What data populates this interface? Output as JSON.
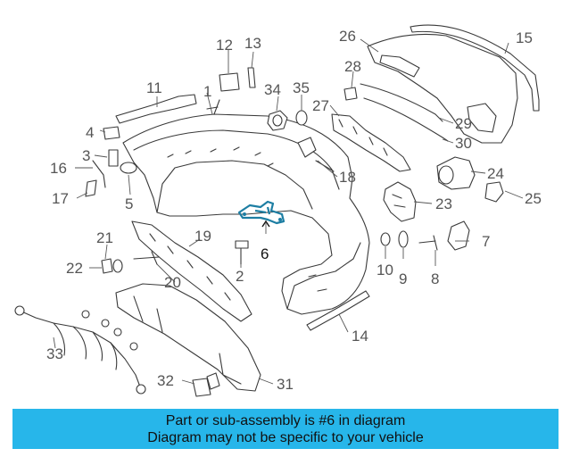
{
  "callouts": [
    "1",
    "2",
    "3",
    "4",
    "5",
    "6",
    "7",
    "8",
    "9",
    "10",
    "11",
    "12",
    "13",
    "14",
    "15",
    "16",
    "17",
    "18",
    "19",
    "20",
    "21",
    "22",
    "23",
    "24",
    "25",
    "26",
    "27",
    "28",
    "29",
    "30",
    "31",
    "32",
    "33",
    "34",
    "35"
  ],
  "highlighted_part": "6",
  "colors": {
    "banner": "#27b6ea",
    "highlight": "#1d7ea3",
    "line": "#3a3a3a"
  },
  "banner": {
    "line1": "Part or sub-assembly is #6 in diagram",
    "line2": "Diagram may not be specific to your vehicle"
  }
}
